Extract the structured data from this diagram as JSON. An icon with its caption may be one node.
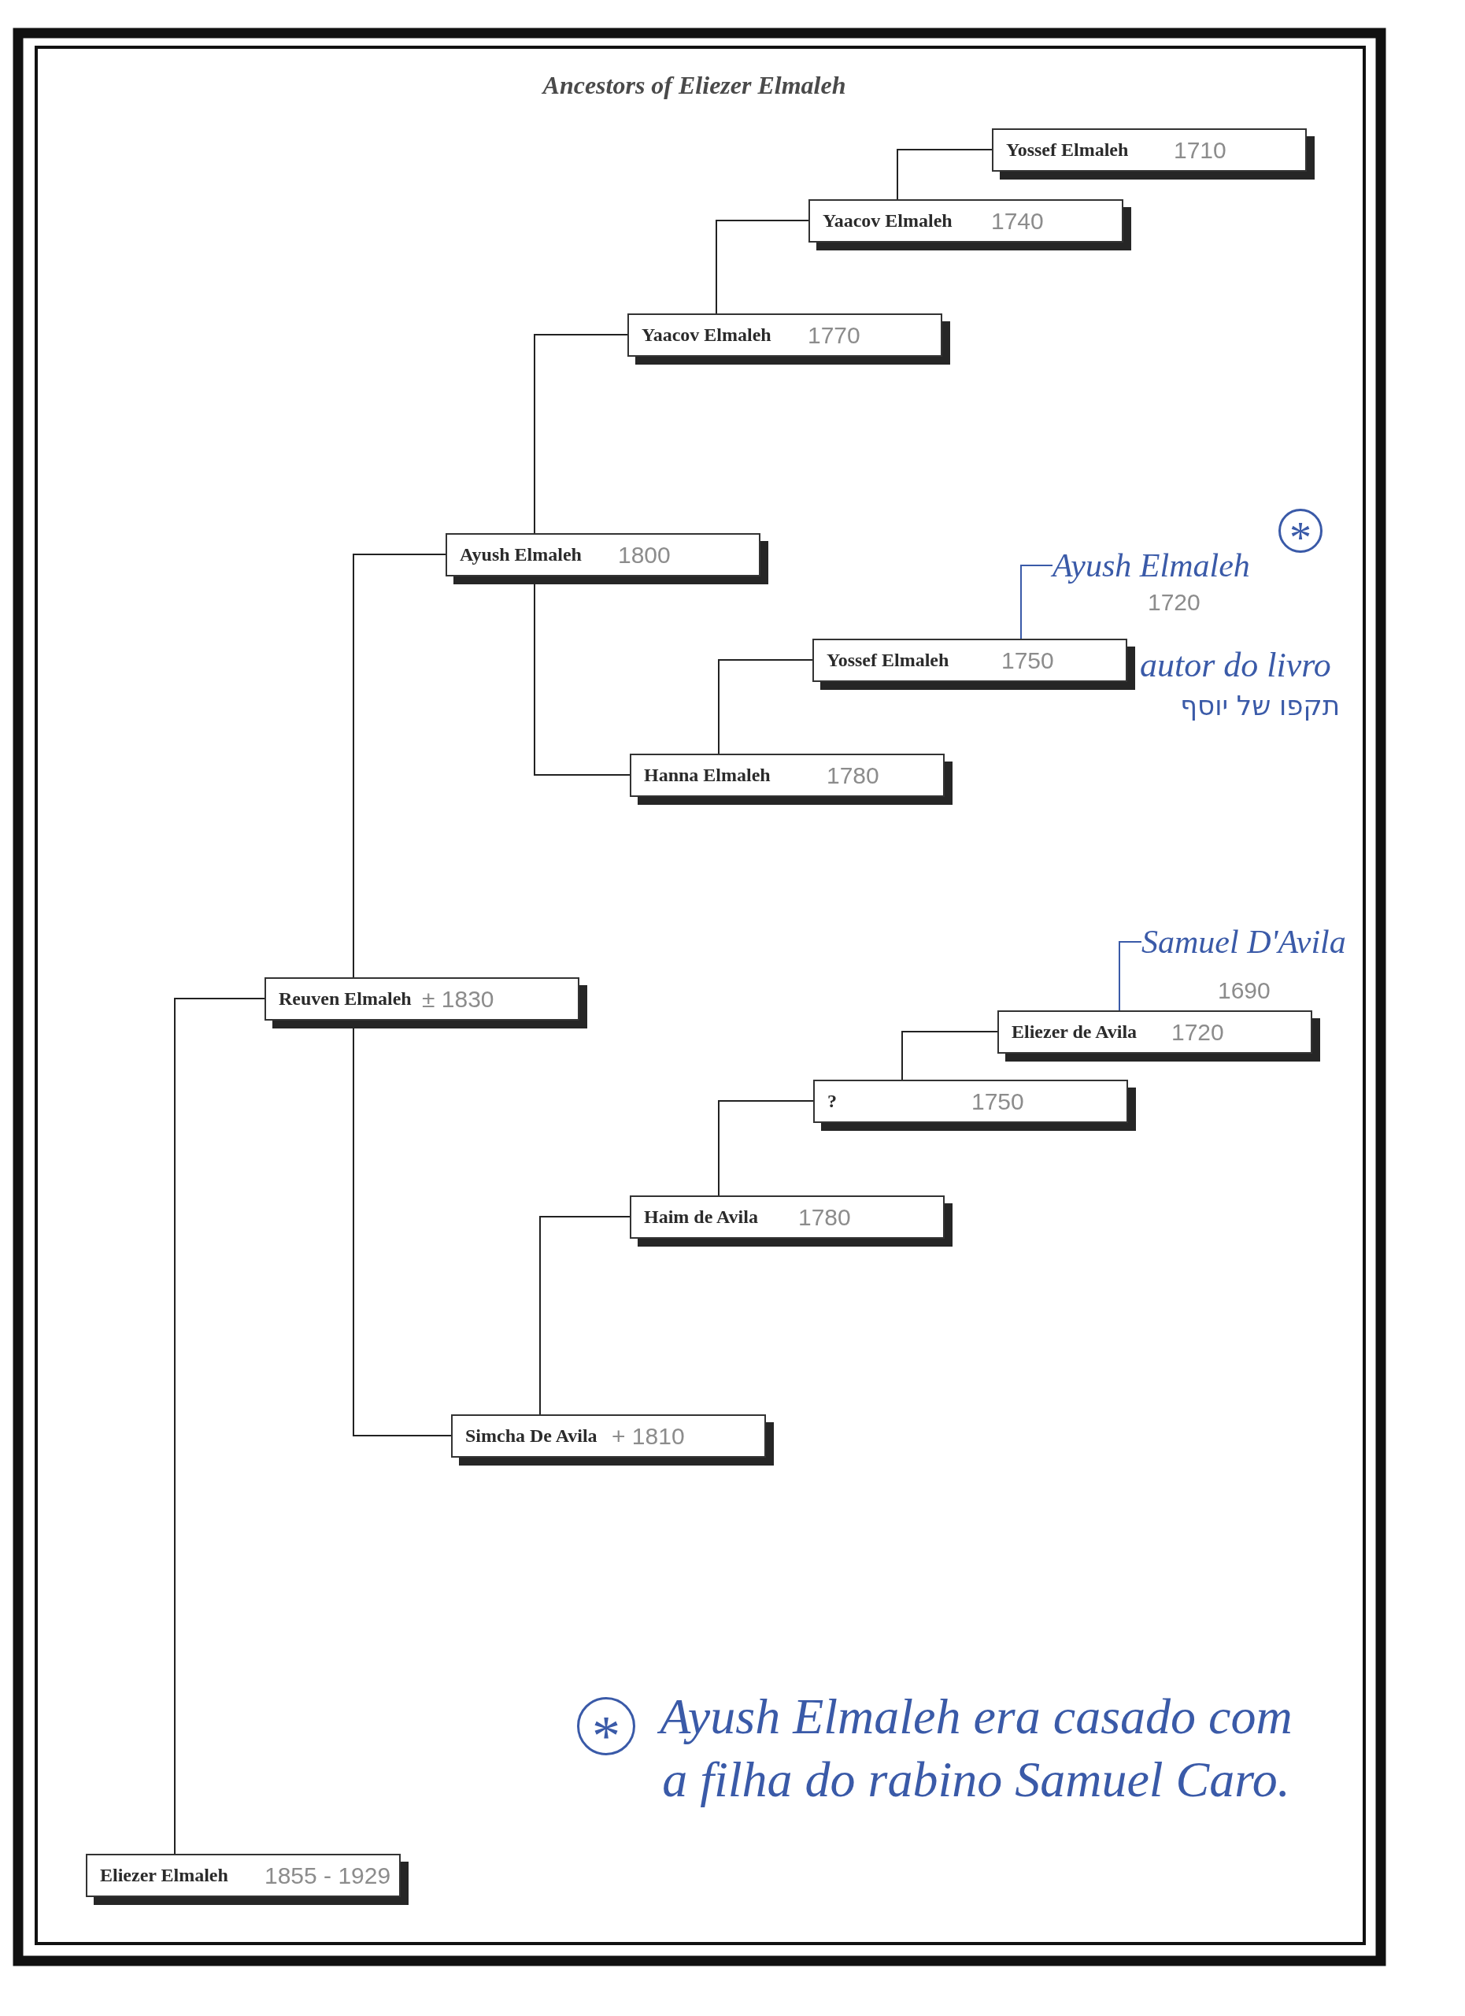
{
  "diagram": {
    "title": "Ancestors of Eliezer Elmaleh",
    "nodes": [
      {
        "text": [
          "Yossef Elmaleh",
          "1710"
        ]
      },
      {
        "text": [
          "Yaacov Elmaleh",
          "1740"
        ]
      },
      {
        "text": [
          "Yaacov Elmaleh",
          "1770"
        ]
      },
      {
        "text": [
          "Ayush Elmaleh",
          "1800"
        ]
      },
      {
        "text": [
          "Ayush Elmaleh",
          "1720"
        ]
      },
      {
        "text": [
          "Yossef Elmaleh",
          "1750"
        ],
        "beside": [
          "autor do livro",
          "תקפו של יוסף"
        ]
      },
      {
        "text": [
          "Hanna Elmaleh",
          "1780"
        ]
      },
      {
        "text": [
          "Samuel D'Avila",
          "1690"
        ]
      },
      {
        "text": [
          "Reuven Elmaleh",
          "± 1830"
        ]
      },
      {
        "text": [
          "Eliezer de Avila",
          "1720"
        ]
      },
      {
        "text": [
          "?",
          "1750"
        ]
      },
      {
        "text": [
          "Haim de Avila",
          "1780"
        ]
      },
      {
        "text": [
          "Simcha De Avila",
          "+ 1810"
        ]
      },
      {
        "text": [
          "Eliezer Elmaleh",
          "1855 - 1929"
        ]
      }
    ],
    "edges": [
      {
        "from": 0,
        "to": 1,
        "arrow": "none"
      },
      {
        "from": 1,
        "to": 2,
        "arrow": "none"
      },
      {
        "from": 2,
        "to": 3,
        "arrow": "none"
      },
      {
        "from": 4,
        "to": 5,
        "arrow": "none",
        "color": "#3a5aa8"
      },
      {
        "from": 5,
        "to": 6,
        "arrow": "none"
      },
      {
        "from": 3,
        "to": 8,
        "arrow": "none"
      },
      {
        "from": 6,
        "to": 3,
        "arrow": "none"
      },
      {
        "from": 7,
        "to": 9,
        "arrow": "none",
        "color": "#3a5aa8"
      },
      {
        "from": 8,
        "to": 13,
        "arrow": "none"
      },
      {
        "from": 9,
        "to": 10,
        "arrow": "none"
      },
      {
        "from": 10,
        "to": 11,
        "arrow": "none"
      },
      {
        "from": 11,
        "to": 12,
        "arrow": "none"
      },
      {
        "from": 12,
        "to": 8,
        "arrow": "none"
      }
    ],
    "labels": [
      "*",
      "*",
      "Ayush Elmaleh era casado com a filha do rabino Samuel Caro."
    ]
  }
}
